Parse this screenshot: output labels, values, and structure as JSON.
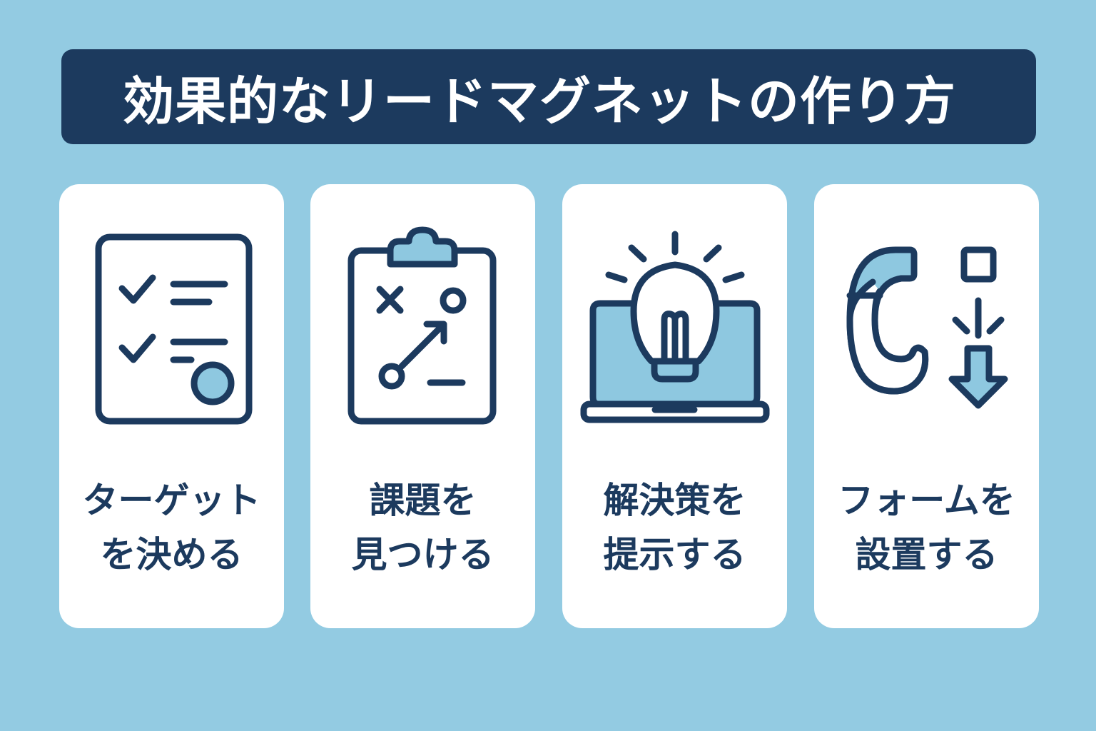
{
  "title": "効果的なリードマグネットの作り方",
  "colors": {
    "background": "#93cbe2",
    "title_bar": "#1c3a5e",
    "card": "#ffffff",
    "icon_stroke": "#1c3a5e",
    "icon_fill": "#8ec8e0",
    "text": "#1c3a5e"
  },
  "steps": [
    {
      "icon": "checklist-icon",
      "line1": "ターゲット",
      "line2": "を決める"
    },
    {
      "icon": "clipboard-strategy-icon",
      "line1": "課題を",
      "line2": "見つける"
    },
    {
      "icon": "lightbulb-laptop-icon",
      "line1": "解決策を",
      "line2": "提示する"
    },
    {
      "icon": "magnet-form-icon",
      "line1": "フォームを",
      "line2": "設置する"
    }
  ]
}
